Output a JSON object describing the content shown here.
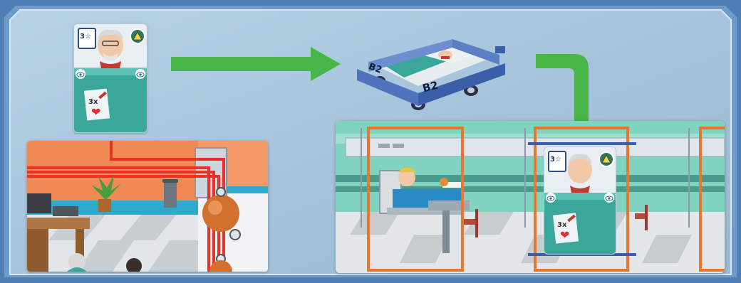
{
  "card": {
    "stars_label": "3☆",
    "dose_label": "3x",
    "tray_code_front": "B2",
    "tray_code_side": "B2"
  },
  "ward_card": {
    "stars_label": "3☆",
    "dose_label": "3x"
  },
  "colors": {
    "background": "#5b88b8",
    "panel": "#a9c6dc",
    "arrow": "#48b548",
    "bed_frame": "#e9762f",
    "wall": "#7fd3bf"
  },
  "icons": [
    "eye-icon",
    "heart-icon",
    "syringe-icon",
    "star-icon",
    "hazard-icon",
    "plant-icon",
    "computer-icon",
    "trash-bin-icon",
    "valve-icon"
  ]
}
